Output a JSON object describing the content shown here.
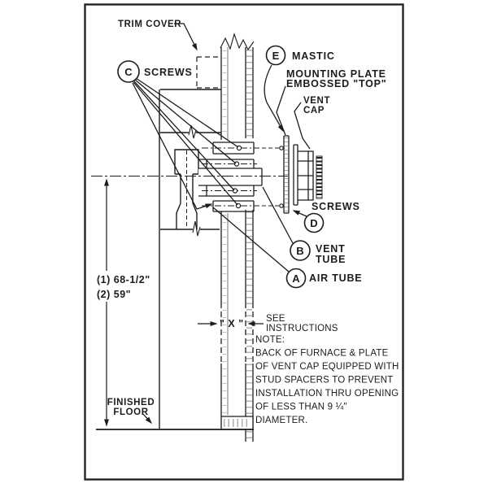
{
  "diagram": {
    "labels": {
      "trim_cover": "TRIM COVER",
      "screws_c": "SCREWS",
      "callout_c": "C",
      "mastic": "MASTIC",
      "callout_e": "E",
      "mounting_plate_line1": "MOUNTING PLATE",
      "mounting_plate_line2": "EMBOSSED \"TOP\"",
      "vent_cap_line1": "VENT",
      "vent_cap_line2": "CAP",
      "screws_d": "SCREWS",
      "callout_d": "D",
      "vent_tube_line1": "VENT",
      "vent_tube_line2": "TUBE",
      "callout_b": "B",
      "air_tube": "AIR TUBE",
      "callout_a": "A",
      "finished_floor_line1": "FINISHED",
      "finished_floor_line2": "FLOOR"
    },
    "dimensions": {
      "dim1": "(1) 68-1/2\"",
      "dim2": "(2) 59\"",
      "x_dim": "\" X \"",
      "see_line1": "SEE",
      "see_line2": "INSTRUCTIONS"
    },
    "note": {
      "heading": "NOTE:",
      "line1": "BACK OF FURNACE & PLATE",
      "line2": "OF VENT CAP EQUIPPED WITH",
      "line3": "STUD SPACERS TO PREVENT",
      "line4": "INSTALLATION THRU OPENING",
      "line5": "OF LESS THAN 9 ¼\"",
      "line6": "DIAMETER."
    },
    "colors": {
      "ink": "#1c1c1c",
      "paper": "#ffffff"
    }
  }
}
